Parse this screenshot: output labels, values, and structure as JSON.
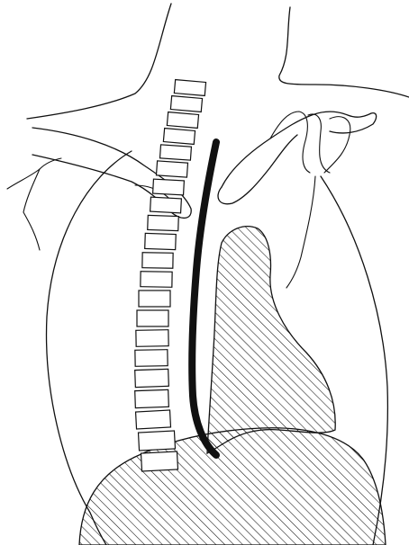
{
  "figure": {
    "ink_color": "#111111",
    "background_color": "#ffffff",
    "hatch_color": "#111111",
    "structures": [
      "neck-outline",
      "clavicle-left",
      "clavicle-right",
      "thorax-outline",
      "spine",
      "tube",
      "mediastinum-shadow",
      "diaphragm-shadow"
    ]
  }
}
